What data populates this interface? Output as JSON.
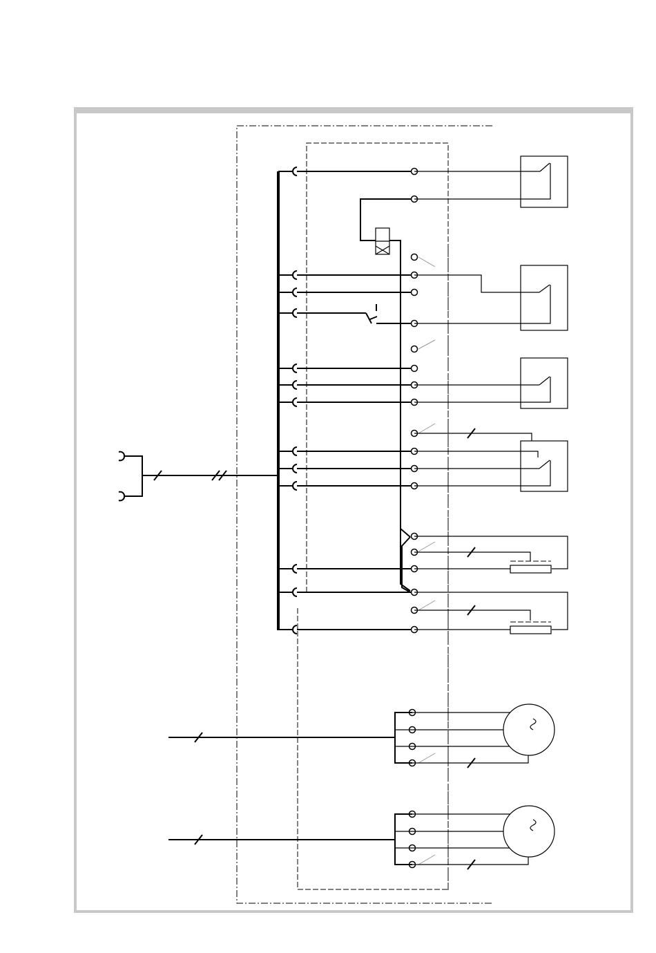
{
  "diagram": {
    "type": "electrical wiring schematic",
    "frame_color": "#c8c8c8",
    "line_color": "#000000",
    "symbols": [
      "plug-connector-icon",
      "terminal-icon",
      "switch-contact-icon",
      "relay-coil-icon",
      "heating-element-icon",
      "motor-icon"
    ],
    "switch_count": 4,
    "heater_count": 2,
    "motor_count": 2
  }
}
